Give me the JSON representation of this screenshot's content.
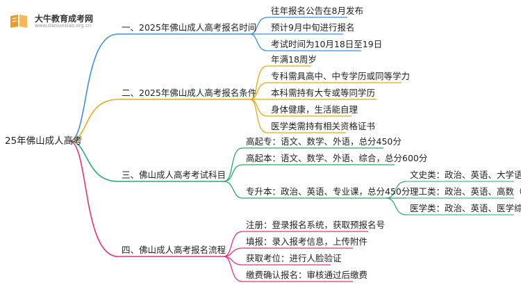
{
  "logo": {
    "title": "大牛教育成考网",
    "url": "www.daniuexlao.org.cn"
  },
  "root": "25年佛山成人高考",
  "branches": [
    {
      "label": "一、2025年佛山成人高考报名时间",
      "color": "#3d8ee6",
      "items": [
        "往年报名公告在8月发布",
        "预计9月中旬进行报名",
        "考试时间为10月18日至19日"
      ]
    },
    {
      "label": "二、2025年佛山成人高考报名条件",
      "color": "#e8a814",
      "items": [
        "年满18周岁",
        "专科需具高中、中专学历或同等学力",
        "本科需持有大专或等同学历",
        "身体健康，生活能自理",
        "医学类需持有相关资格证书"
      ]
    },
    {
      "label": "三、佛山成人高考考试科目",
      "color": "#2aa86a",
      "items": [
        "高起专：语文、数学、外语，总分450分",
        "高起本：语文、数学、外语、综合，总分600分",
        "专升本：政治、英语、专业课，总分450分"
      ],
      "subitems": [
        "文史类：政治、英语、大学语文",
        "理工类：政治、英语、高数（二）",
        "医学类：政治、英语、医学综合"
      ]
    },
    {
      "label": "四、佛山成人高考报名流程",
      "color": "#e8307a",
      "items": [
        "注册：登录报名系统，获取预报名号",
        "填报：录入报考信息，上传附件",
        "获取考位：进行人脸验证",
        "缴费确认报名：审核通过后缴费"
      ]
    }
  ]
}
